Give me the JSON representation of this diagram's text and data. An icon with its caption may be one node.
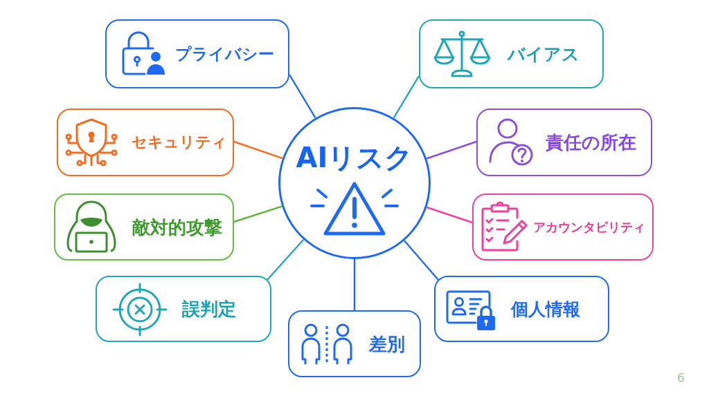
{
  "diagram": {
    "nodes": [
      {
        "text": [
          "AIリスク"
        ]
      },
      {
        "text": [
          "プライバシー"
        ]
      },
      {
        "text": [
          "バイアス"
        ]
      },
      {
        "text": [
          "セキュリティ"
        ]
      },
      {
        "text": [
          "責任の所在"
        ]
      },
      {
        "text": [
          "敵対的攻撃"
        ]
      },
      {
        "text": [
          "アカウンタビリティ"
        ]
      },
      {
        "text": [
          "誤判定"
        ]
      },
      {
        "text": [
          "個人情報"
        ]
      },
      {
        "text": [
          "差別"
        ]
      }
    ],
    "edges": [
      {
        "from": 0,
        "to": 1,
        "arrow": "none"
      },
      {
        "from": 0,
        "to": 2,
        "arrow": "none",
        "color": "#1fa7b6"
      },
      {
        "from": 0,
        "to": 3,
        "arrow": "none",
        "color": "#f36c21"
      },
      {
        "from": 0,
        "to": 4,
        "arrow": "none",
        "color": "#8a4fe0"
      },
      {
        "from": 0,
        "to": 5,
        "arrow": "none",
        "color": "#5cb537"
      },
      {
        "from": 0,
        "to": 6,
        "arrow": "none",
        "color": "#ef409b"
      },
      {
        "from": 0,
        "to": 7,
        "arrow": "none",
        "color": "#1fa7b6"
      },
      {
        "from": 0,
        "to": 8,
        "arrow": "none"
      },
      {
        "from": 0,
        "to": 9,
        "arrow": "none"
      }
    ],
    "labels": [
      "6"
    ]
  }
}
